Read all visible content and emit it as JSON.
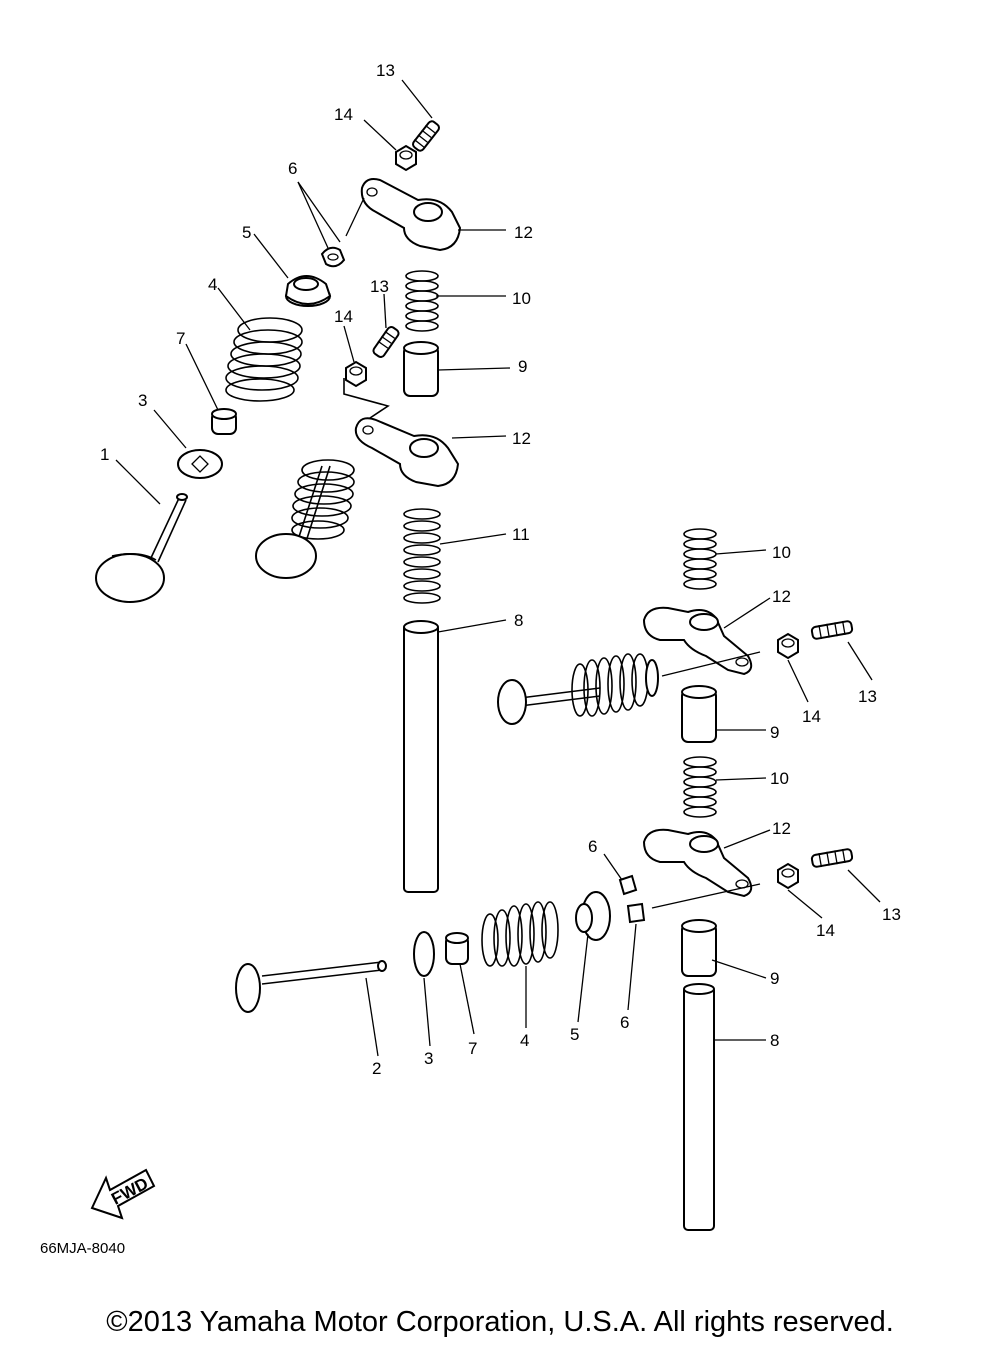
{
  "callouts": {
    "c1": "1",
    "c2": "2",
    "c3a": "3",
    "c3b": "3",
    "c4a": "4",
    "c4b": "4",
    "c5a": "5",
    "c5b": "5",
    "c6a": "6",
    "c6b": "6",
    "c6c": "6",
    "c7a": "7",
    "c7b": "7",
    "c8a": "8",
    "c8b": "8",
    "c9a": "9",
    "c9b": "9",
    "c9c": "9",
    "c10a": "10",
    "c10b": "10",
    "c10c": "10",
    "c11": "11",
    "c12a": "12",
    "c12b": "12",
    "c12c": "12",
    "c12d": "12",
    "c13a": "13",
    "c13b": "13",
    "c13c": "13",
    "c13d": "13",
    "c14a": "14",
    "c14b": "14",
    "c14c": "14",
    "c14d": "14"
  },
  "fwd_label": "FWD",
  "drawing_code": "66MJA-8040",
  "copyright": "©2013 Yamaha Motor Corporation, U.S.A. All rights reserved."
}
